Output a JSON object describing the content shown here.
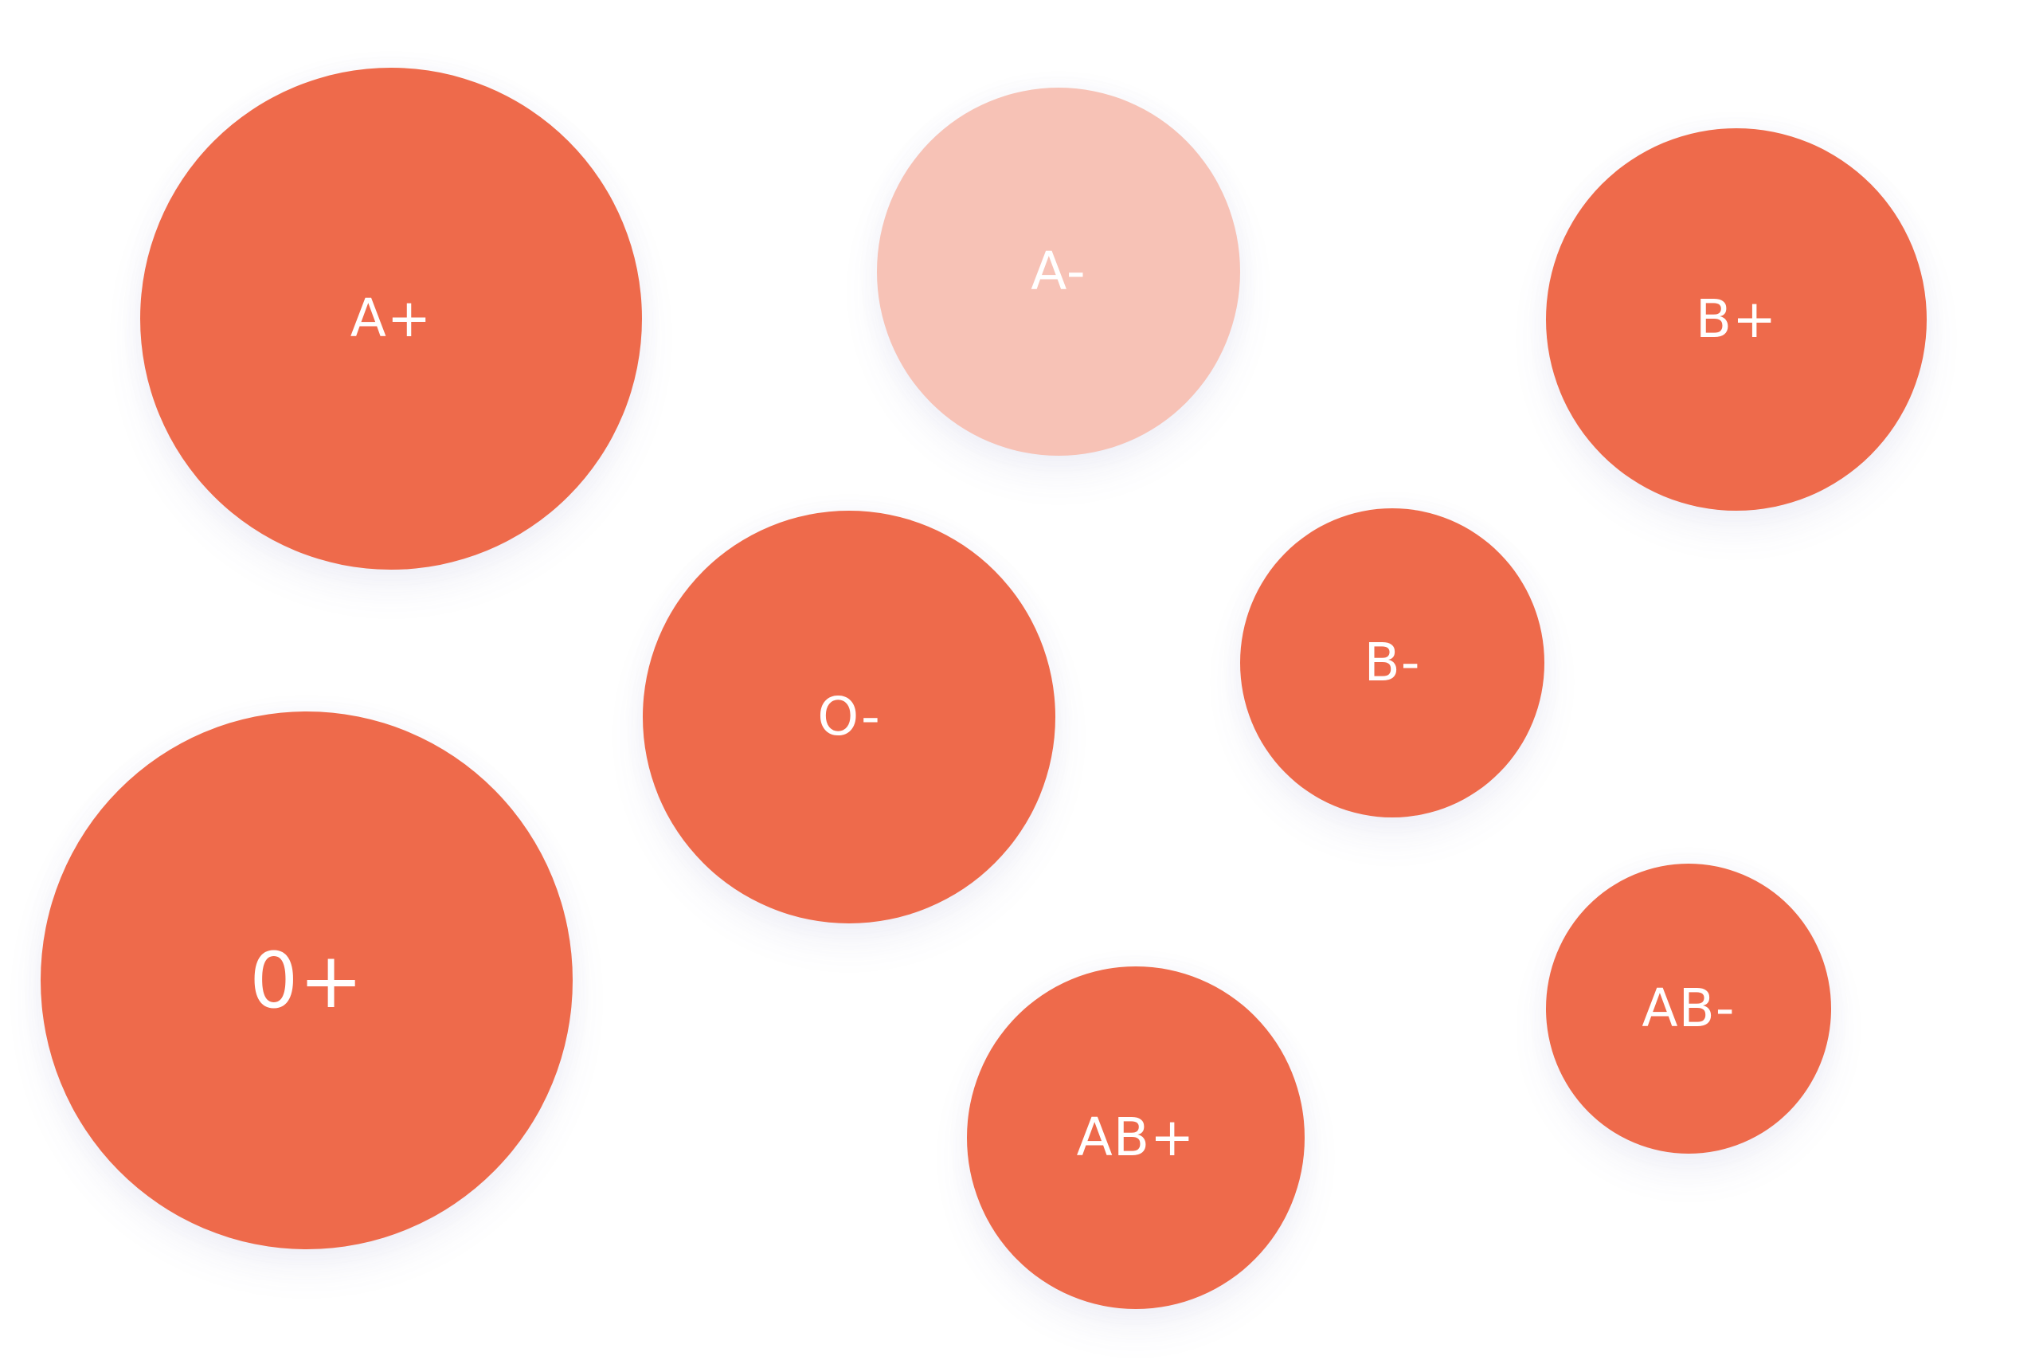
{
  "colors": {
    "background": "#ffffff",
    "bubble_active": "#EE6A4B",
    "bubble_dimmed": "#F7C2B6",
    "label": "#ffffff"
  },
  "bubbles": [
    {
      "id": "a-pos",
      "label": "A+",
      "state": "active"
    },
    {
      "id": "a-neg",
      "label": "A-",
      "state": "dimmed"
    },
    {
      "id": "b-pos",
      "label": "B+",
      "state": "active"
    },
    {
      "id": "o-neg",
      "label": "O-",
      "state": "active"
    },
    {
      "id": "b-neg",
      "label": "B-",
      "state": "active"
    },
    {
      "id": "o-pos",
      "label": "0+",
      "state": "active"
    },
    {
      "id": "ab-neg",
      "label": "AB-",
      "state": "active"
    },
    {
      "id": "ab-pos",
      "label": "AB+",
      "state": "active"
    }
  ]
}
